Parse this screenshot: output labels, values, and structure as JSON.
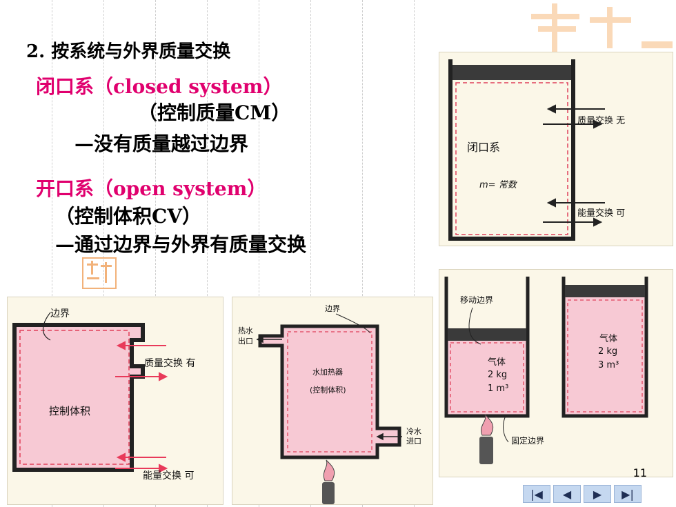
{
  "text": {
    "heading": "2. 按系统与外界质量交换",
    "closed_title": "闭口系（closed system）",
    "closed_sub": "（控制质量CM）",
    "closed_desc": "—没有质量越过边界",
    "open_title": "开口系（open system）",
    "open_sub": "（控制体积CV）",
    "open_desc": "—通过边界与外界有质量交换"
  },
  "fig_closed": {
    "label": "闭口系",
    "mass": "m= 常数",
    "mass_exchange": "质量交换 无",
    "energy_exchange": "能量交换 可"
  },
  "fig_open": {
    "boundary": "边界",
    "label": "控制体积",
    "mass_exchange": "质量交换 有",
    "energy_exchange": "能量交换 可"
  },
  "fig_heater": {
    "boundary": "边界",
    "hot_out": [
      "热水",
      "出口"
    ],
    "name": "水加热器",
    "sub": "(控制体积)",
    "cold_in": [
      "冷水",
      "进口"
    ]
  },
  "fig_piston": {
    "moving": "移动边界",
    "fixed": "固定边界",
    "gas1": [
      "气体",
      "2 kg",
      "1 m³"
    ],
    "gas2": [
      "气体",
      "2 kg",
      "3 m³"
    ]
  },
  "page_number": "11",
  "nav": {
    "first": "|◀",
    "prev": "◀",
    "next": "▶",
    "last": "▶|"
  },
  "colors": {
    "pink_text": "#e0006e",
    "fill_pink": "#f7c9d4",
    "arrow_red": "#e83a5a"
  }
}
